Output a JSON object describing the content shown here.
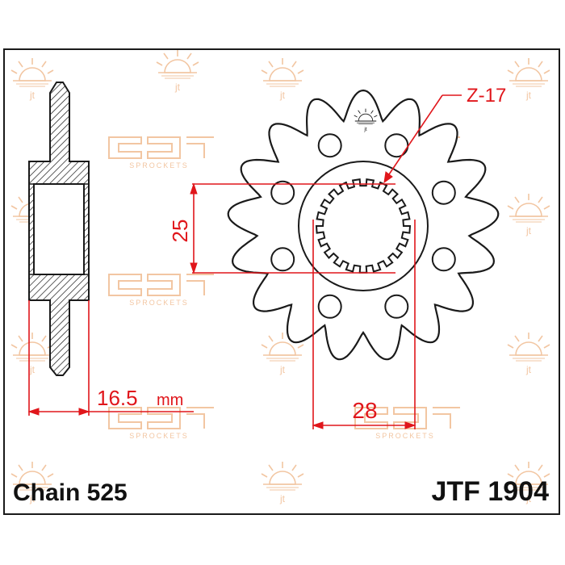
{
  "diagram": {
    "teeth_label": "Z-17",
    "inner_diameter_label": "25",
    "spline_width_label": "28",
    "offset_label": "16.5",
    "offset_unit": "mm",
    "chain_label": "Chain 525",
    "part_number": "JTF 1904",
    "watermark_text": "SPROCKETS",
    "watermark_icon": "jt-sun-logo",
    "colors": {
      "line": "#1a1a1a",
      "dimension": "#e0161b",
      "watermark": "#f2c39d"
    }
  }
}
